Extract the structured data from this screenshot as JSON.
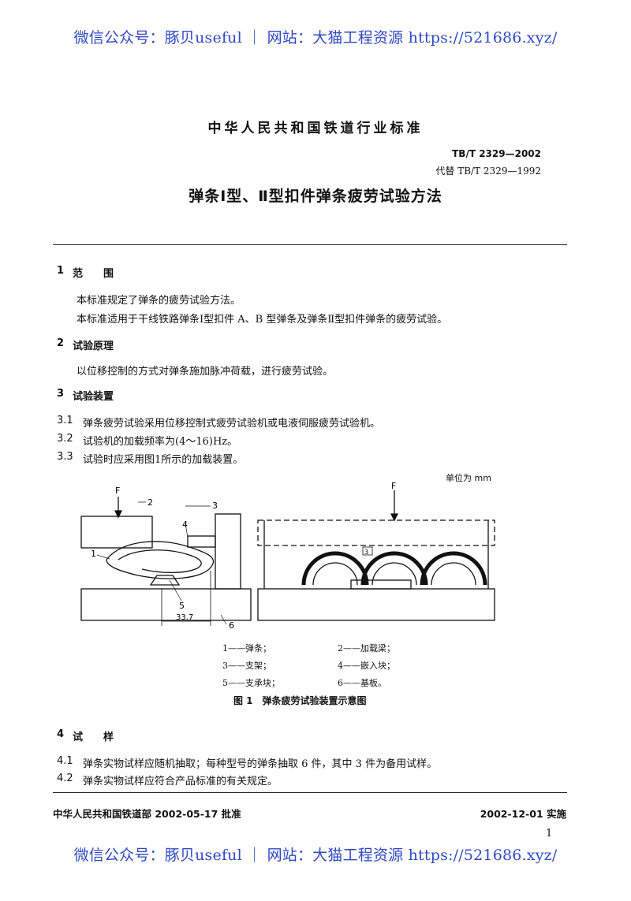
{
  "watermark": "微信公众号：豚贝useful ｜ 网站：大猫工程资源 https://521686.xyz/",
  "header": {
    "standard_type": "中华人民共和国铁道行业标准",
    "code": "TB/T 2329—2002",
    "replaces": "代替 TB/T 2329—1992",
    "title": "弹条Ⅰ型、Ⅱ型扣件弹条疲劳试验方法"
  },
  "sections": {
    "s1": {
      "num": "1",
      "title": "范　　围",
      "p1": "本标准规定了弹条的疲劳试验方法。",
      "p2": "本标准适用于干线铁路弹条Ⅰ型扣件 A、B 型弹条及弹条Ⅱ型扣件弹条的疲劳试验。"
    },
    "s2": {
      "num": "2",
      "title": "试验原理",
      "p1": "以位移控制的方式对弹条施加脉冲荷载，进行疲劳试验。"
    },
    "s3": {
      "num": "3",
      "title": "试验装置",
      "i1_num": "3.1",
      "i1": "弹条疲劳试验采用位移控制式疲劳试验机或电液伺服疲劳试验机。",
      "i2_num": "3.2",
      "i2": "试验机的加载频率为(4～16)Hz。",
      "i3_num": "3.3",
      "i3": "试验时应采用图1所示的加载装置。"
    },
    "s4": {
      "num": "4",
      "title": "试　　样",
      "i1_num": "4.1",
      "i1": "弹条实物试样应随机抽取；每种型号的弹条抽取 6 件，其中 3 件为备用试样。",
      "i2_num": "4.2",
      "i2": "弹条实物试样应符合产品标准的有关规定。"
    }
  },
  "figure": {
    "unit": "单位为 mm",
    "labels": {
      "F": "F",
      "n1": "1",
      "n2": "2",
      "n3": "3",
      "n4": "4",
      "n5": "5",
      "n6": "6",
      "dim": "33.7",
      "gap": "3"
    },
    "legend": [
      "1——弹条；",
      "2——加载梁；",
      "3——支架；",
      "4——嵌入块；",
      "5——支承块；",
      "6——基板。"
    ],
    "caption": "图 1　弹条疲劳试验装置示意图"
  },
  "footer": {
    "approval": "中华人民共和国铁道部 2002-05-17 批准",
    "implement": "2002-12-01 实施",
    "page": "1"
  }
}
